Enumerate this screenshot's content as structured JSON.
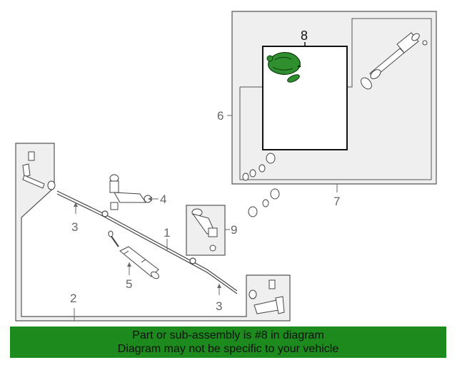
{
  "diagram": {
    "callouts": {
      "c1": "1",
      "c2": "2",
      "c3a": "3",
      "c3b": "3",
      "c4": "4",
      "c5": "5",
      "c6": "6",
      "c7": "7",
      "c8": "8",
      "c9": "9"
    },
    "highlighted_part": "8",
    "colors": {
      "panel_fill": "#efefef",
      "line": "#555555",
      "highlight_green": "#2f8f2f",
      "banner_green": "#1c8a1c"
    }
  },
  "banner": {
    "line1": "Part or sub-assembly is #8 in diagram",
    "line2": "Diagram may not be specific to your vehicle"
  }
}
